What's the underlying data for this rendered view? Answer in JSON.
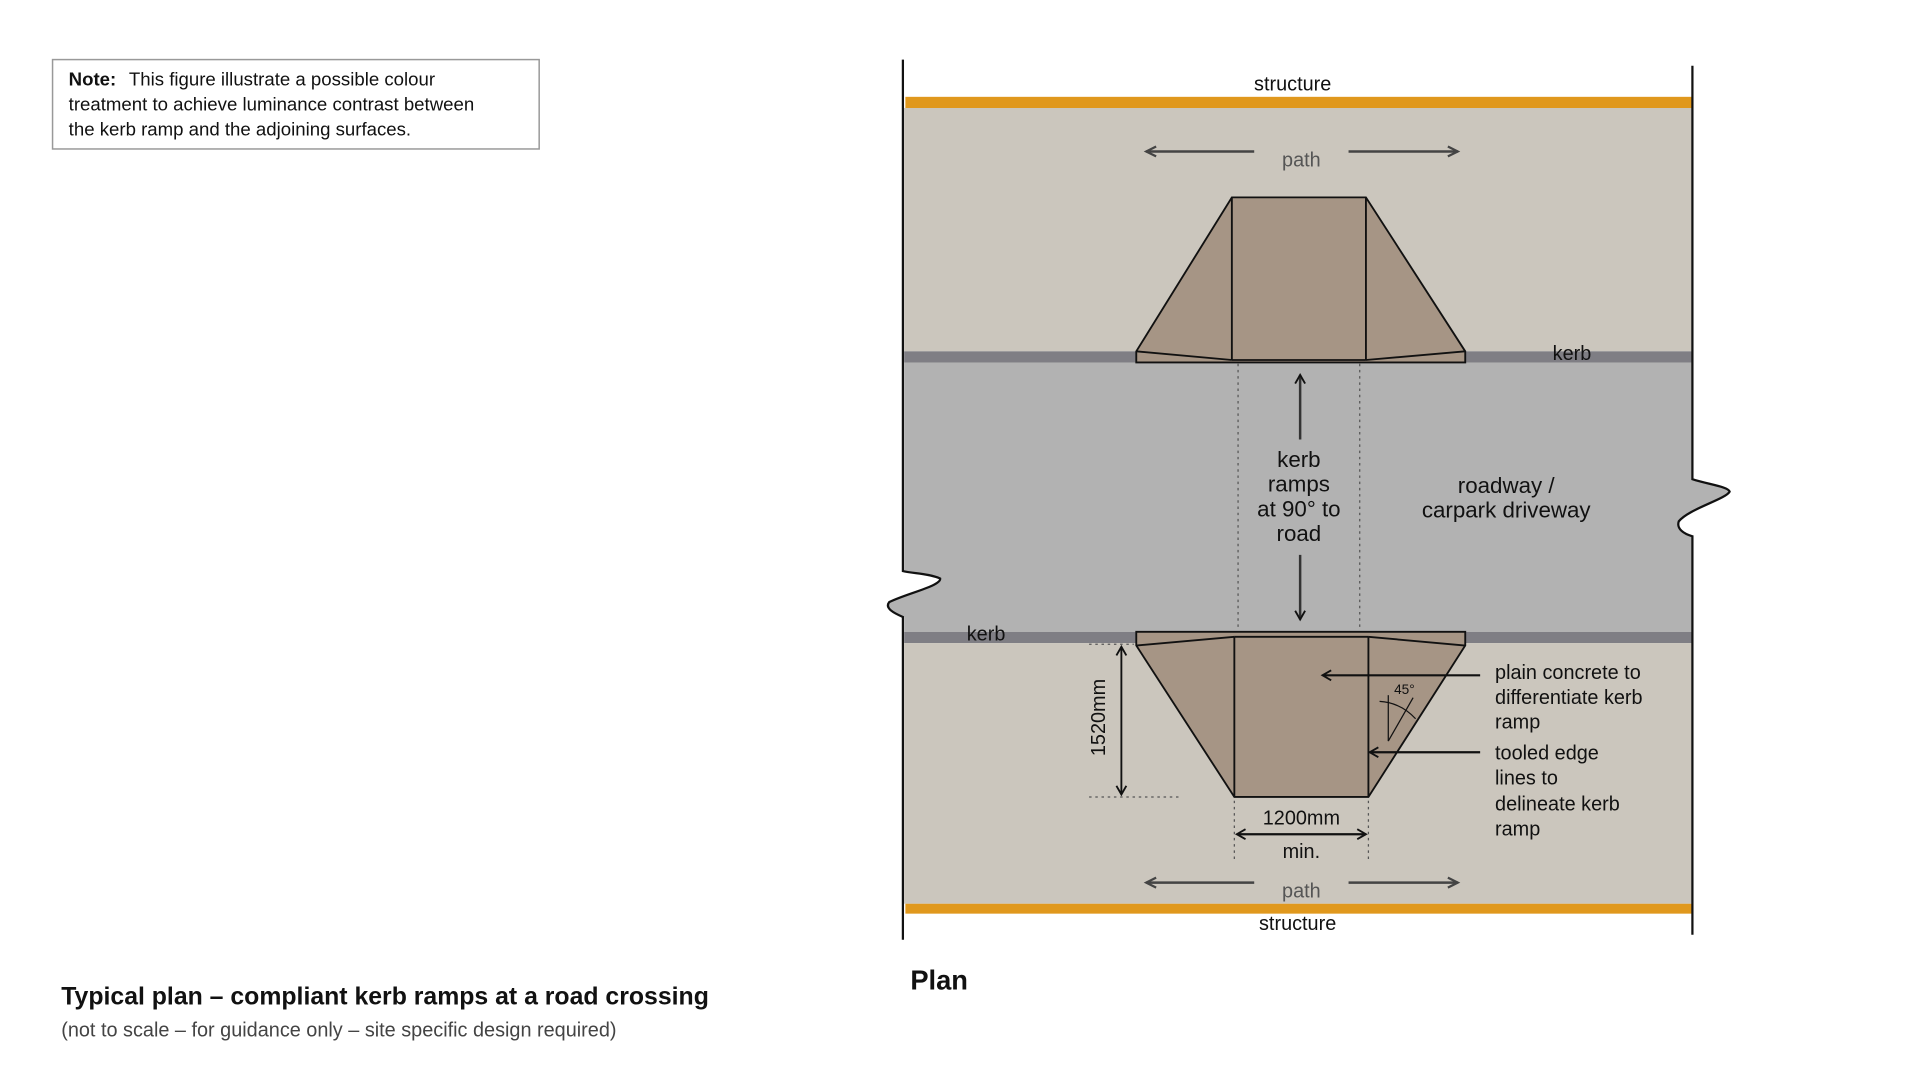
{
  "note": {
    "label": "Note:",
    "lines": [
      "This figure illustrate a possible colour",
      "treatment to achieve luminance contrast between",
      "the kerb ramp and the adjoining surfaces."
    ]
  },
  "diagram": {
    "structure_top": "structure",
    "structure_bottom": "structure",
    "path_top": "path",
    "path_bottom": "path",
    "kerb_top": "kerb",
    "kerb_bottom": "kerb",
    "ramps_label": [
      "kerb",
      "ramps",
      "at 90° to",
      "road"
    ],
    "roadway_label": [
      "roadway /",
      "carpark driveway"
    ],
    "dim_depth": "1520mm",
    "dim_width": "1200mm",
    "dim_width_note": "min.",
    "angle": "45°",
    "callout_concrete": [
      "plain concrete to",
      "differentiate kerb",
      "ramp"
    ],
    "callout_tooled": [
      "tooled edge",
      "lines to",
      "delineate kerb",
      "ramp"
    ],
    "view_label": "Plan"
  },
  "caption": {
    "title": "Typical plan – compliant kerb ramps at a road crossing",
    "subtitle": "(not to scale – for guidance only – site specific design required)"
  },
  "colors": {
    "structure": "#e0981d",
    "path": "#cbc6bd",
    "kerb": "#7f7e84",
    "roadway": "#b2b2b2",
    "ramp": "#a69585"
  }
}
